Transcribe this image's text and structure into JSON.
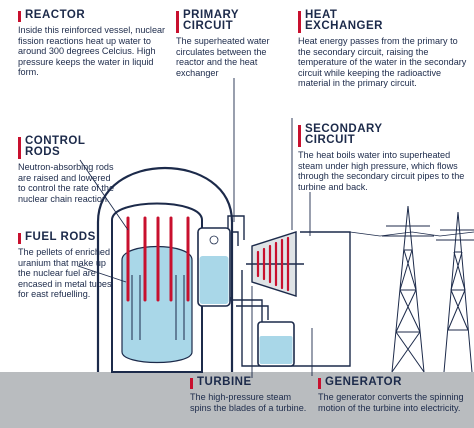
{
  "sections": {
    "reactor": {
      "title_lines": [
        "REACTOR"
      ],
      "text": "Inside this reinforced vessel, nuclear fission reactions heat up water to around 300 degrees Celcius. High pressure keeps the water in liquid form."
    },
    "primary_circuit": {
      "title_lines": [
        "PRIMARY",
        "CIRCUIT"
      ],
      "text": "The superheated water circulates between the reactor and the heat exchanger"
    },
    "heat_exchanger": {
      "title_lines": [
        "HEAT",
        "EXCHANGER"
      ],
      "text": "Heat energy passes from the primary to the secondary circuit, raising the temperature of the water in the secondary circuit while keeping the radioactive material in the primary circuit."
    },
    "control_rods": {
      "title_lines": [
        "CONTROL",
        "RODS"
      ],
      "text": "Neutron-absorbing rods are raised and lowered to control the rate of the nuclear chain reaction."
    },
    "secondary_circuit": {
      "title_lines": [
        "SECONDARY",
        "CIRCUIT"
      ],
      "text": "The heat boils water into superheated steam under high pressure, which flows through the secondary circuit pipes to the turbine and back."
    },
    "fuel_rods": {
      "title_lines": [
        "FUEL RODS"
      ],
      "text": "The pellets of enriched uranium that make up the nuclear fuel are encased in metal tubes for east refuelling."
    },
    "turbine": {
      "title_lines": [
        "TURBINE"
      ],
      "text": "The high-pressure steam spins the blades of a turbine."
    },
    "generator": {
      "title_lines": [
        "GENERATOR"
      ],
      "text": "The generator converts the spinning motion of the turbine into electricity."
    }
  },
  "colors": {
    "navy": "#1c2a4a",
    "red": "#c8102e",
    "water": "#a9d7e8",
    "ground": "#b9bcbf",
    "steam": "#dfe3e6"
  }
}
